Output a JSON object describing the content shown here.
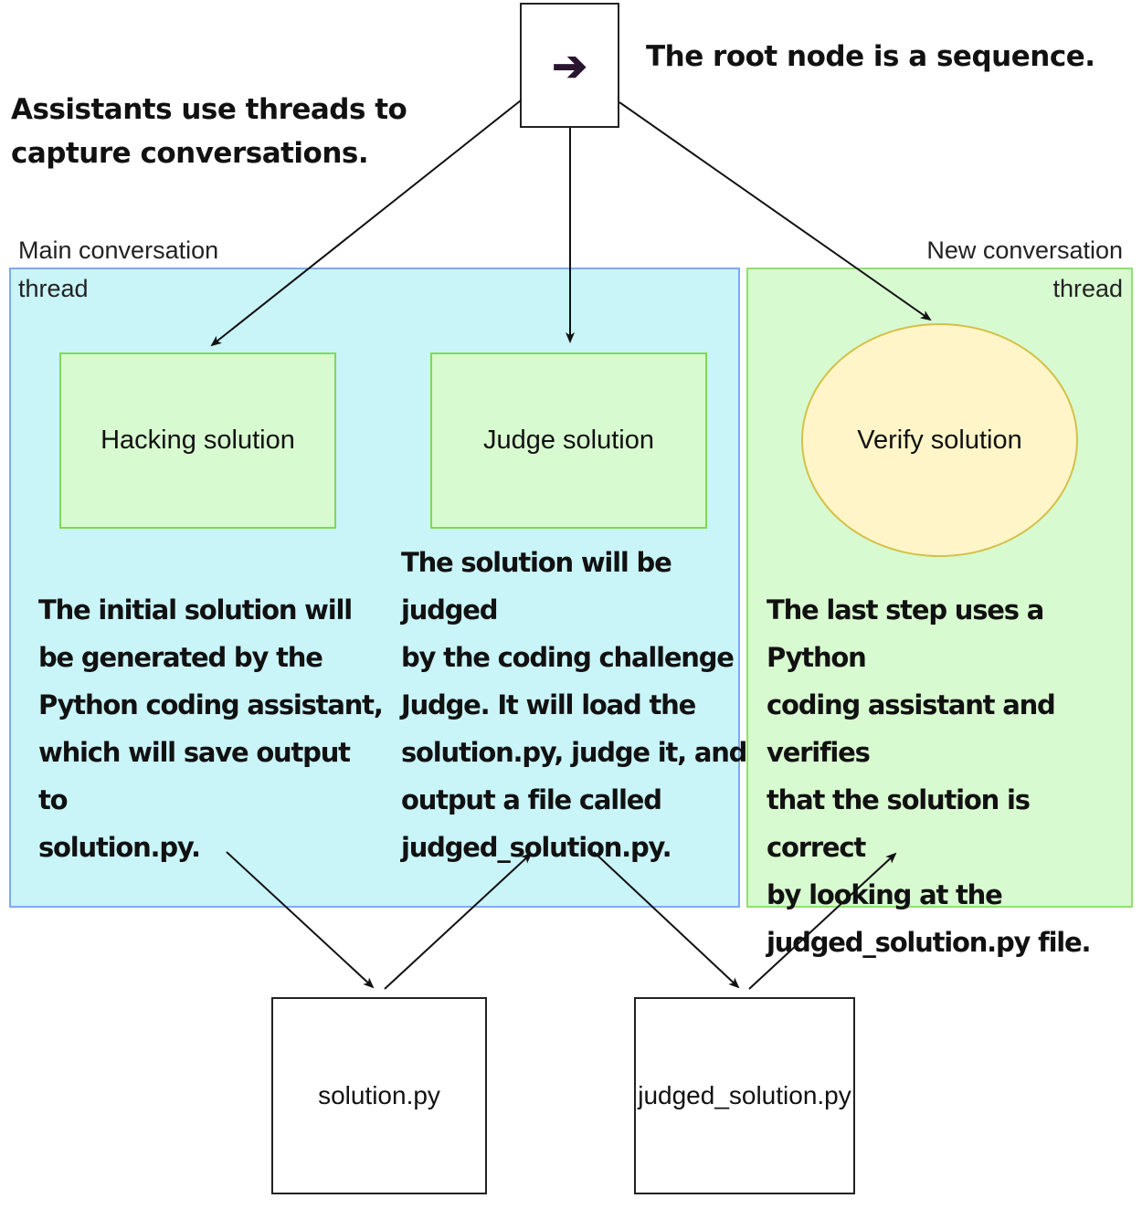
{
  "root": {
    "icon": "sequence-arrow-icon",
    "glyph": "➔",
    "caption": "The root node is a sequence."
  },
  "annotation": {
    "threads_note_line1": "Assistants use threads to",
    "threads_note_line2": "capture conversations."
  },
  "threads": {
    "main": {
      "label_line1": "Main conversation",
      "label_line2": "thread",
      "fill": "#c9f4f8",
      "border": "#7fa9ef"
    },
    "new": {
      "label_line1": "New conversation",
      "label_line2": "thread",
      "fill": "#d8fad0",
      "border": "#8fe070"
    }
  },
  "nodes": {
    "hacking": {
      "label": "Hacking solution",
      "shape": "rectangle"
    },
    "judge": {
      "label": "Judge solution",
      "shape": "rectangle"
    },
    "verify": {
      "label": "Verify solution",
      "shape": "ellipse"
    }
  },
  "descriptions": {
    "hacking": "The initial solution will\nbe generated by the\nPython coding assistant,\nwhich will save output to\nsolution.py.",
    "judge": "The solution will be judged\nby the coding challenge\nJudge. It will load the\nsolution.py, judge it, and\noutput a file called\njudged_solution.py.",
    "verify": "The last step uses a Python\ncoding assistant and verifies\nthat the solution is correct\nby looking at the\njudged_solution.py file."
  },
  "files": {
    "solution": "solution.py",
    "judged_solution": "judged_solution.py"
  },
  "edges": [
    {
      "from": "root",
      "to": "hacking"
    },
    {
      "from": "root",
      "to": "judge"
    },
    {
      "from": "root",
      "to": "verify"
    },
    {
      "from": "hacking",
      "to": "solution.py"
    },
    {
      "from": "solution.py",
      "to": "judge"
    },
    {
      "from": "judge",
      "to": "judged_solution.py"
    },
    {
      "from": "judged_solution.py",
      "to": "verify"
    }
  ]
}
